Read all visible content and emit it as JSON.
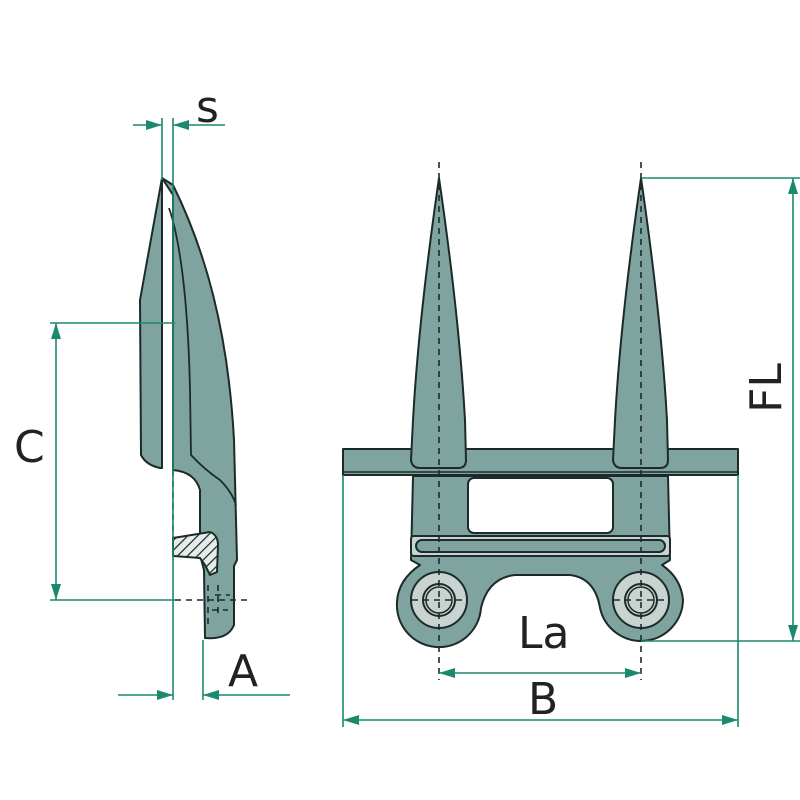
{
  "diagram": {
    "dimension_labels": {
      "s": "s",
      "c": "C",
      "a": "A",
      "la": "La",
      "b": "B",
      "fl": "FL"
    },
    "colors": {
      "part_fill": "#7fa39f",
      "washer_fill": "#c9d4d1",
      "dimension_lines": "#1a8a6e",
      "outline": "#1c2a2a"
    }
  }
}
